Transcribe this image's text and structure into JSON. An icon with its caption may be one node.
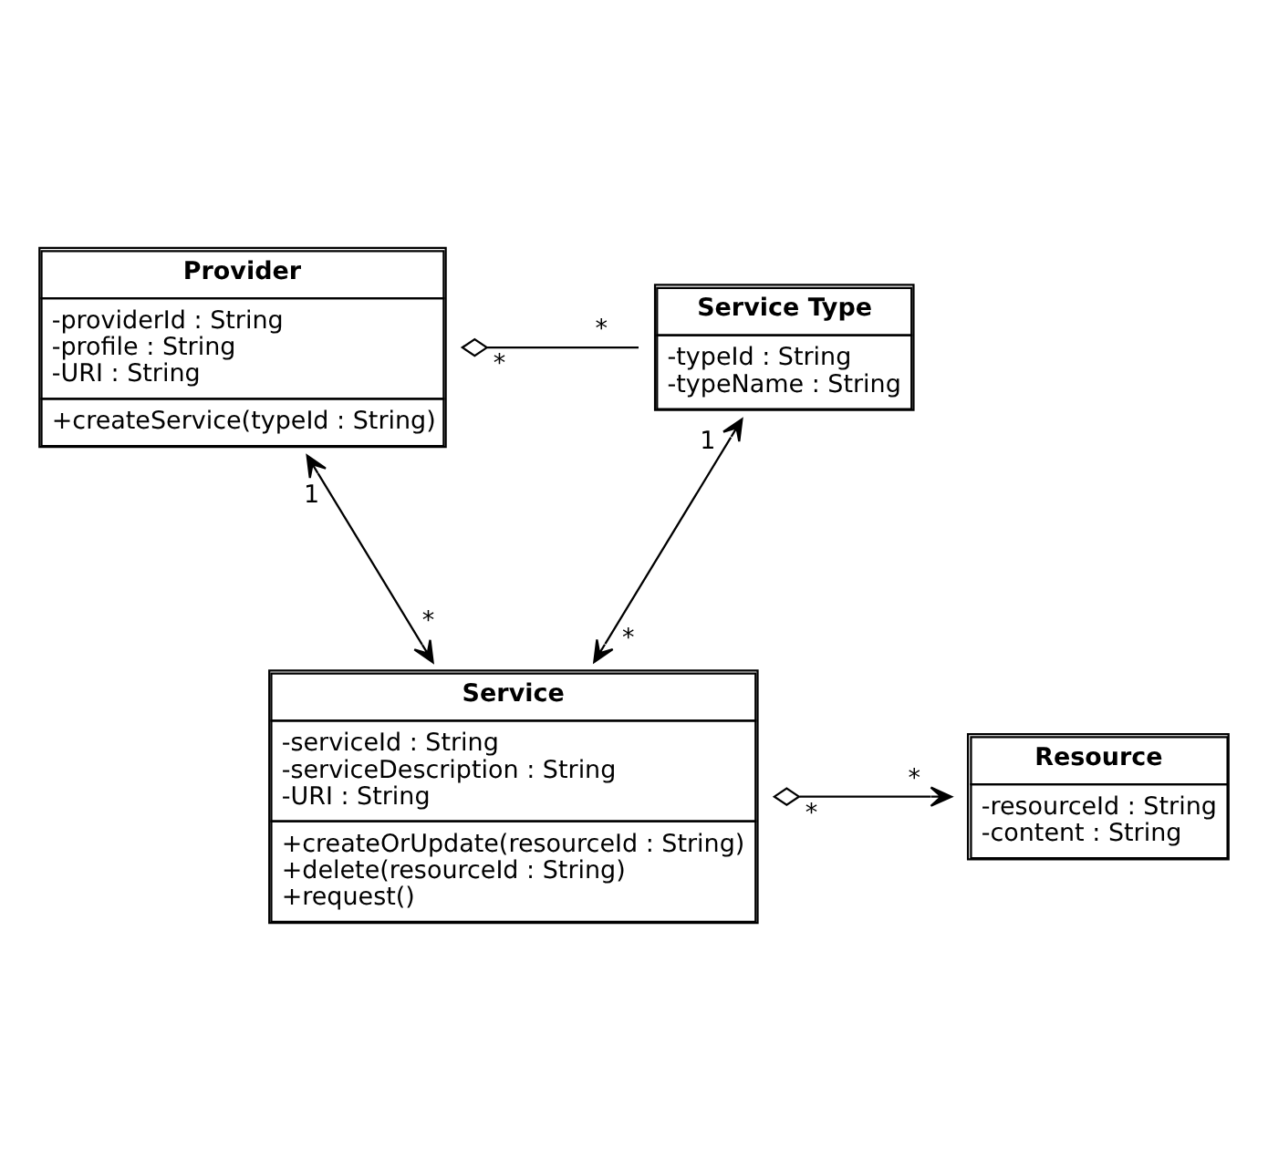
{
  "diagram": {
    "nodes": [
      {
        "text": [
          "Provider",
          "-providerId : String",
          "-profile : String",
          "-URI : String",
          "+createService(typeId : String)"
        ]
      },
      {
        "text": [
          "Service Type",
          "-typeId : String",
          "-typeName : String"
        ]
      },
      {
        "text": [
          "Service",
          "-serviceId : String",
          "-serviceDescription : String",
          "-URI : String",
          "+createOrUpdate(resourceId : String)",
          "+delete(resourceId : String)",
          "+request()"
        ]
      },
      {
        "text": [
          "Resource",
          "-resourceId : String",
          "-content : String"
        ]
      }
    ],
    "edges": [
      {
        "from": 0,
        "to": 1,
        "arrow": "other"
      },
      {
        "from": 0,
        "to": 2,
        "arrow": "both"
      },
      {
        "from": 1,
        "to": 2,
        "arrow": "both"
      },
      {
        "from": 2,
        "to": 3,
        "arrow": "to"
      }
    ],
    "labels": [
      "*",
      "*",
      "1",
      "1",
      "*",
      "*",
      "*",
      "*"
    ]
  }
}
